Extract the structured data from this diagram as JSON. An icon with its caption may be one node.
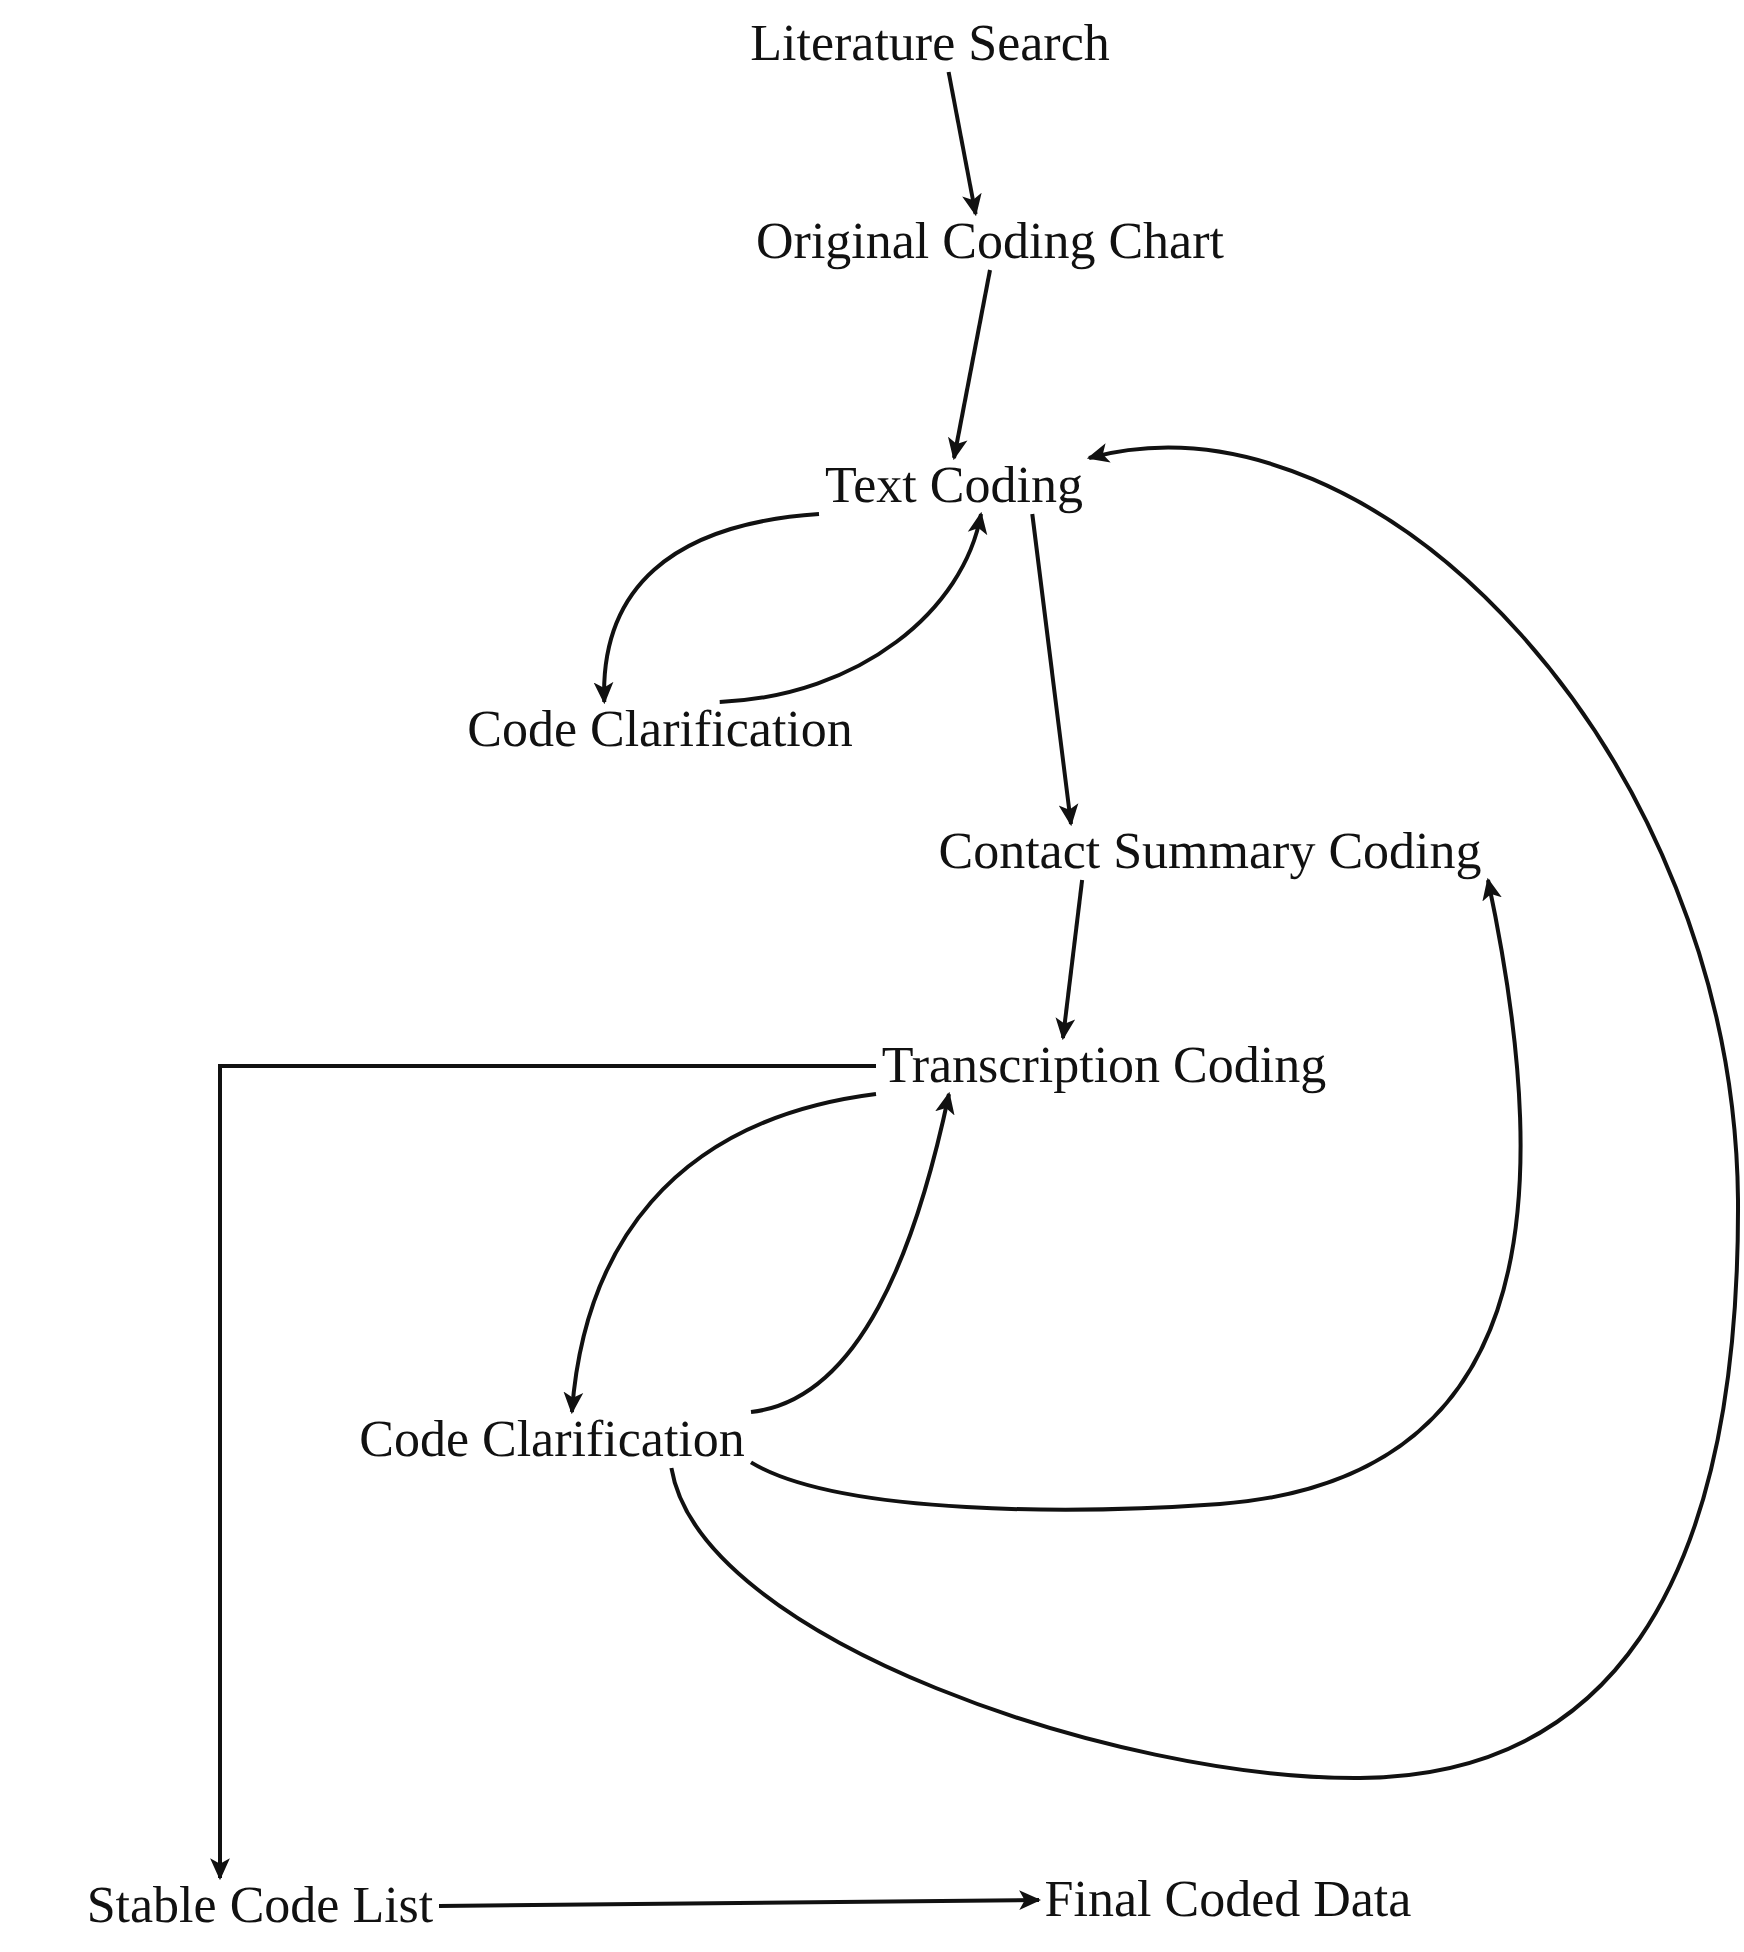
{
  "diagram": {
    "nodes": [
      {
        "text": [
          "Literature Search"
        ]
      },
      {
        "text": [
          "Original Coding Chart"
        ]
      },
      {
        "text": [
          "Text Coding"
        ]
      },
      {
        "text": [
          "Code Clarification"
        ]
      },
      {
        "text": [
          "Contact Summary Coding"
        ]
      },
      {
        "text": [
          "Transcription Coding"
        ]
      },
      {
        "text": [
          "Code Clarification"
        ]
      },
      {
        "text": [
          "Stable Code List"
        ]
      },
      {
        "text": [
          "Final Coded Data"
        ]
      }
    ],
    "edges": [
      {
        "from": 0,
        "to": 1,
        "arrow": "to"
      },
      {
        "from": 1,
        "to": 2,
        "arrow": "to"
      },
      {
        "from": 2,
        "to": 3,
        "arrow": "to"
      },
      {
        "from": 3,
        "to": 2,
        "arrow": "to"
      },
      {
        "from": 2,
        "to": 4,
        "arrow": "to"
      },
      {
        "from": 4,
        "to": 5,
        "arrow": "to"
      },
      {
        "from": 5,
        "to": 6,
        "arrow": "to"
      },
      {
        "from": 6,
        "to": 5,
        "arrow": "to"
      },
      {
        "from": 6,
        "to": 4,
        "arrow": "to"
      },
      {
        "from": 6,
        "to": 2,
        "arrow": "to"
      },
      {
        "from": 5,
        "to": 7,
        "arrow": "to"
      },
      {
        "from": 7,
        "to": 8,
        "arrow": "to"
      }
    ]
  }
}
